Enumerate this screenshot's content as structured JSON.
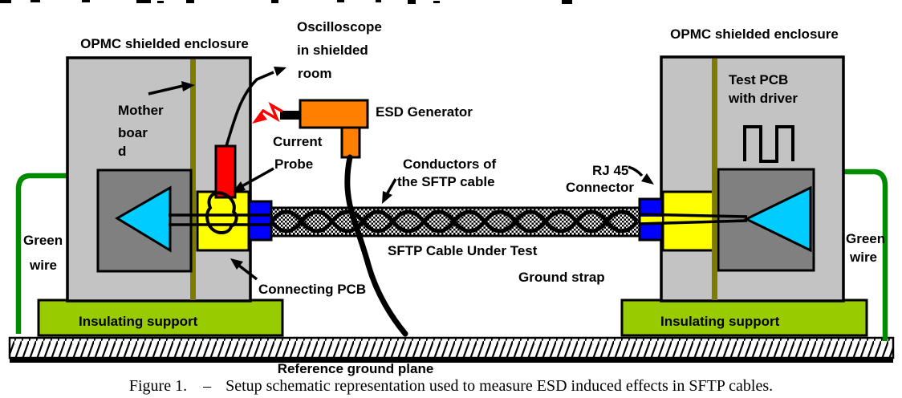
{
  "figure": {
    "labels": {
      "opmc_left": "OPMC shielded enclosure",
      "opmc_right": "OPMC shielded enclosure",
      "oscilloscope_line1": "Oscilloscope",
      "oscilloscope_line2": "in shielded",
      "oscilloscope_line3": "room",
      "esd_generator": "ESD Generator",
      "current_probe_line1": "Current",
      "current_probe_line2": "Probe",
      "conductors_line1": "Conductors of",
      "conductors_line2": "the SFTP cable",
      "motherboard_line1": "Mother",
      "motherboard_line2": "boar",
      "motherboard_line3": "d",
      "rj45_line1": "RJ 45",
      "rj45_line2": "Connector",
      "test_pcb_line1": "Test PCB",
      "test_pcb_line2": "with driver",
      "green_wire_left_line1": "Green",
      "green_wire_left_line2": "wire",
      "green_wire_right_line1": "Green",
      "green_wire_right_line2": "wire",
      "sftp_cable_under_test": "SFTP Cable Under Test",
      "ground_strap": "Ground strap",
      "connecting_pcb": "Connecting PCB",
      "insulating_support_left": "Insulating support",
      "insulating_support_right": "Insulating support",
      "reference_ground_plane": "Reference ground plane"
    },
    "caption": {
      "figure_label": "Figure 1.",
      "separator": "–",
      "text": "Setup schematic representation used to measure ESD induced effects in SFTP cables."
    },
    "colors": {
      "enclosure_gray": "#c3c3c3",
      "inner_pcb_gray": "#808080",
      "motherboard_olive": "#7f7a00",
      "driver_triangle_cyan": "#00ccff",
      "connecting_pcb_yellow": "#ffff00",
      "rj45_blue": "#0000ff",
      "current_probe_red": "#ff0000",
      "esd_generator_orange": "#ff8000",
      "insulating_support_green": "#99cc00",
      "green_wire": "#008c00"
    }
  }
}
